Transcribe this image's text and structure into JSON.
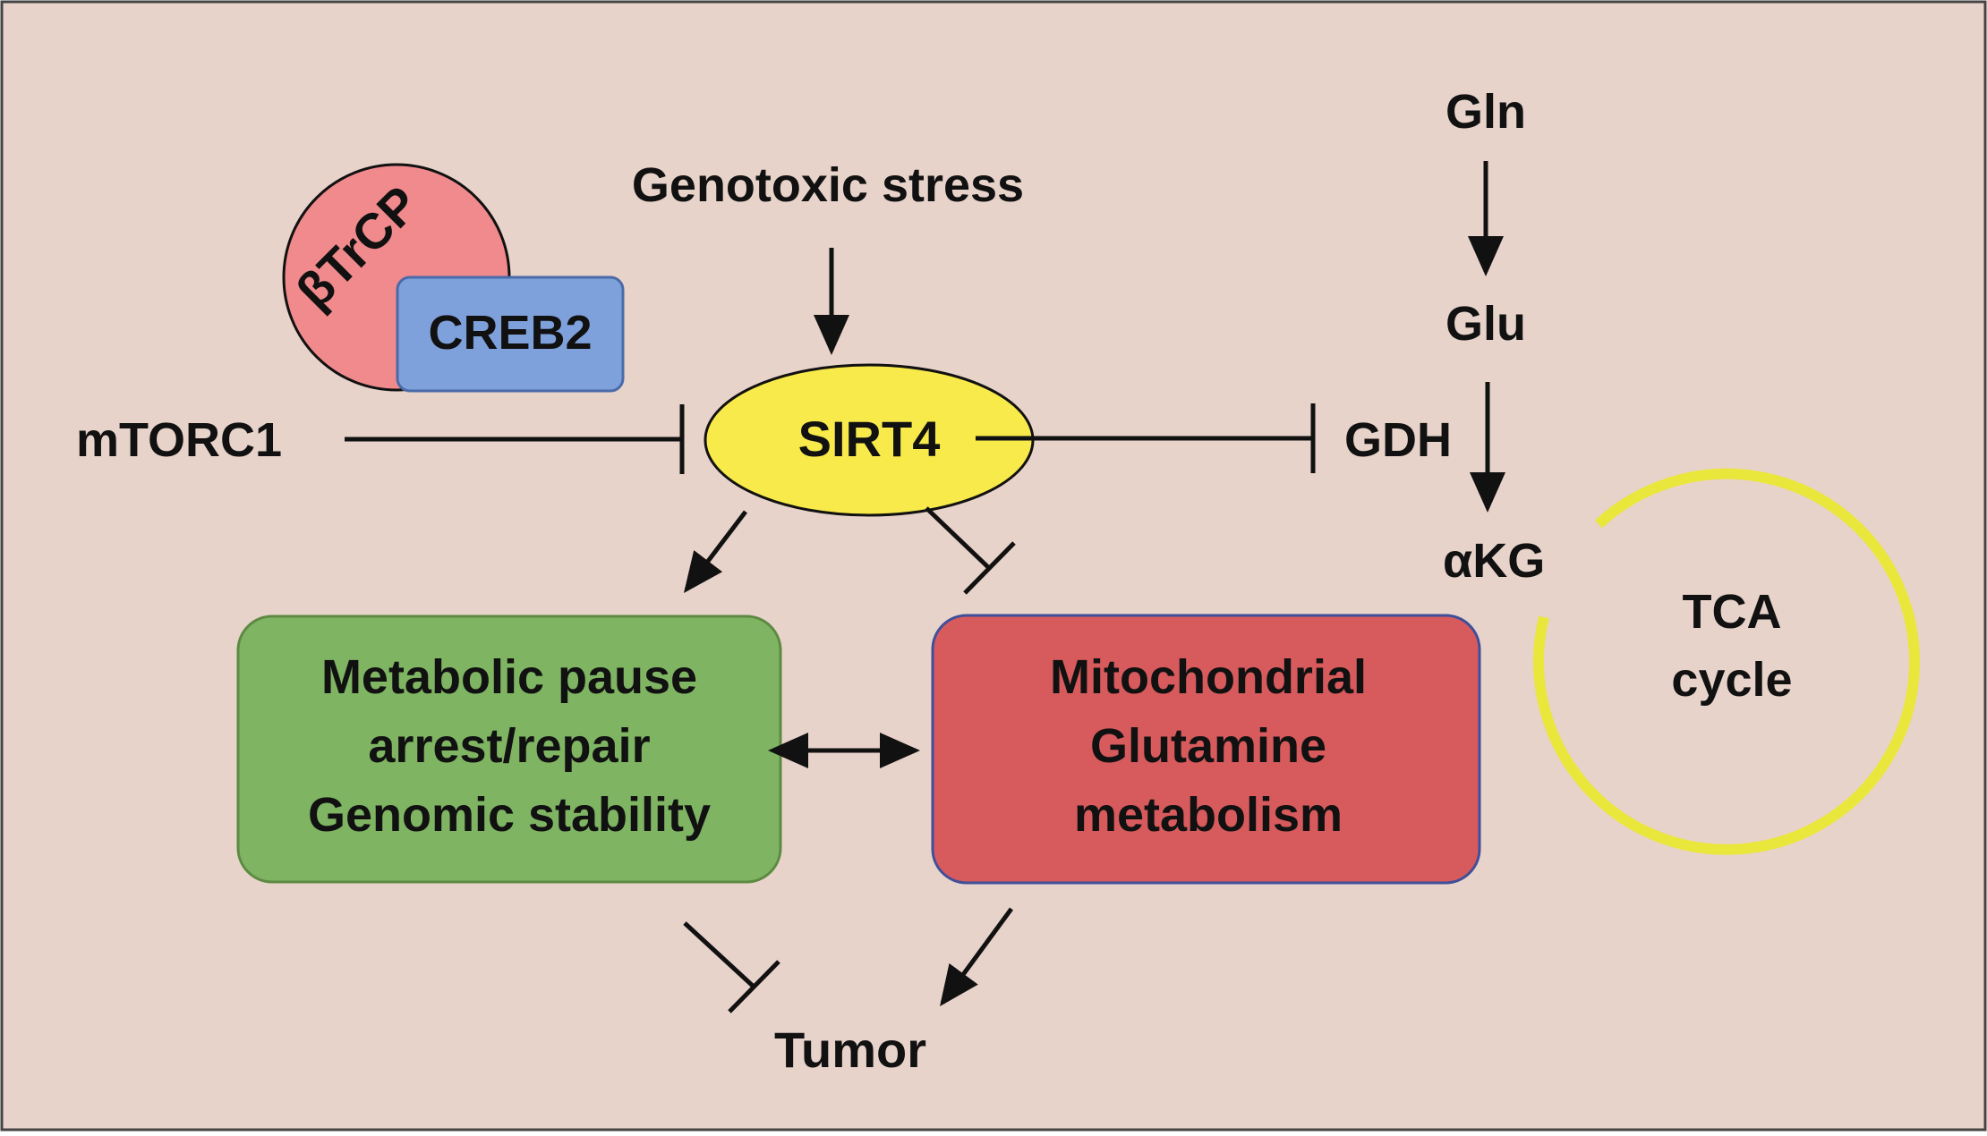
{
  "colors": {
    "background": "#e8d3ca",
    "border": "#444444",
    "sirt4_fill": "#f8ea4a",
    "btrcp_fill": "#f08a8c",
    "creb2_fill": "#7fa1db",
    "creb2_stroke": "#4a6aa8",
    "green_box": "#7fb463",
    "green_box_stroke": "#5d8a43",
    "red_box": "#d75a5c",
    "red_box_stroke": "#3f4f9a",
    "tca_ring": "#e9e63c",
    "arrow": "#111111"
  },
  "labels": {
    "genotoxic_stress": "Genotoxic stress",
    "mtorc1": "mTORC1",
    "sirt4": "SIRT4",
    "btrcp": "βTrCP",
    "creb2": "CREB2",
    "gln": "Gln",
    "glu": "Glu",
    "gdh": "GDH",
    "akg": "αKG",
    "tca_line1": "TCA",
    "tca_line2": "cycle",
    "tumor": "Tumor"
  },
  "green_box": {
    "line1": "Metabolic pause",
    "line2": "arrest/repair",
    "line3": "Genomic stability"
  },
  "red_box": {
    "line1": "Mitochondrial",
    "line2": "Glutamine",
    "line3": "metabolism"
  }
}
